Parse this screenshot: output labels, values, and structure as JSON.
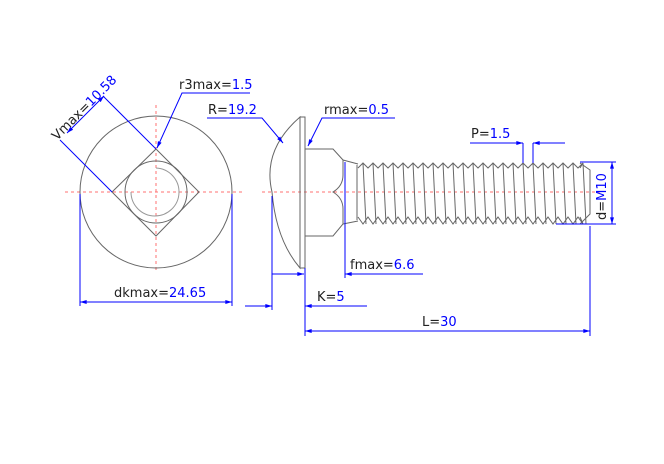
{
  "dimensions": {
    "vmax": {
      "label": "Vmax=",
      "value": "10.58"
    },
    "r3max": {
      "label": "r3max=",
      "value": "1.5"
    },
    "dkmax": {
      "label": "dkmax=",
      "value": "24.65"
    },
    "R": {
      "label": "R=",
      "value": "19.2"
    },
    "rmax": {
      "label": "rmax=",
      "value": "0.5"
    },
    "P": {
      "label": "P=",
      "value": "1.5"
    },
    "d": {
      "label": "d=",
      "value": "M10"
    },
    "fmax": {
      "label": "fmax=",
      "value": "6.6"
    },
    "K": {
      "label": "K=",
      "value": "5"
    },
    "L": {
      "label": "L=",
      "value": "30"
    }
  },
  "colors": {
    "dimension": "#0000ff",
    "centerline": "#ff7070",
    "outline": "#666666"
  }
}
